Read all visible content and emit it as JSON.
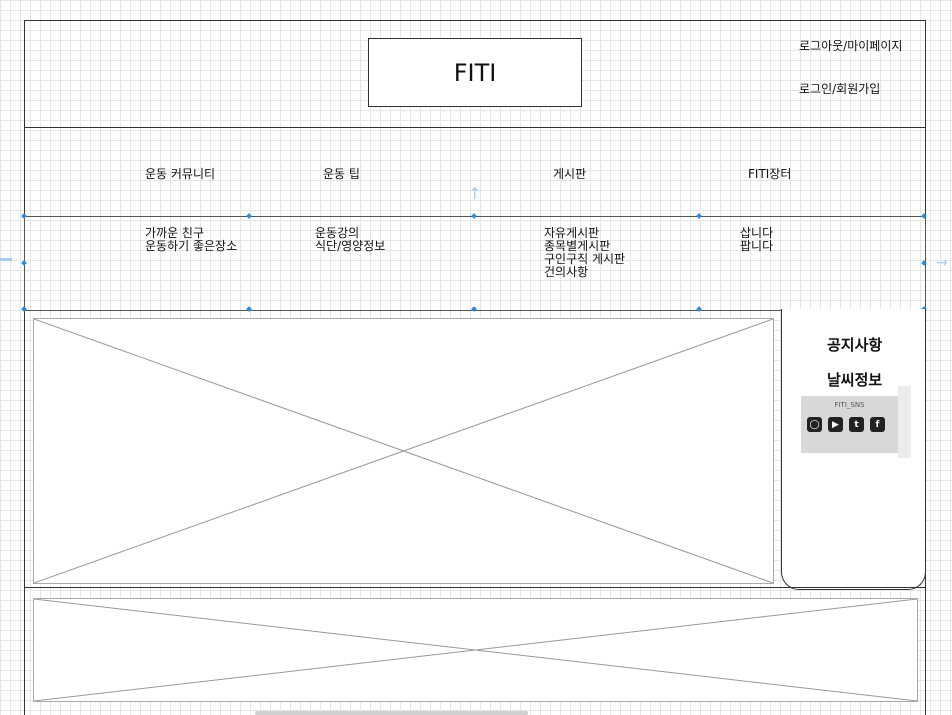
{
  "header": {
    "logo": "FITI",
    "account_links": [
      "로그아웃/마이페이지",
      "로그인/회원가입"
    ]
  },
  "nav": {
    "menus": [
      {
        "label": "운동 커뮤니티",
        "items": [
          "가까운 친구",
          "운동하기 좋은장소"
        ]
      },
      {
        "label": "운동 팁",
        "items": [
          "운동강의",
          "식단/영양정보"
        ]
      },
      {
        "label": "게시판",
        "items": [
          "자유게시판",
          "종목별게시판",
          "구인구직 게시판",
          "건의사항"
        ]
      },
      {
        "label": "FITI장터",
        "items": [
          "삽니다",
          "팝니다"
        ]
      }
    ]
  },
  "sidebar": {
    "notice": "공지사항",
    "weather": "날씨정보",
    "sns_title": "FITI_SNS",
    "sns_icons": [
      "instagram-icon",
      "youtube-icon",
      "twitter-icon",
      "facebook-icon"
    ]
  }
}
